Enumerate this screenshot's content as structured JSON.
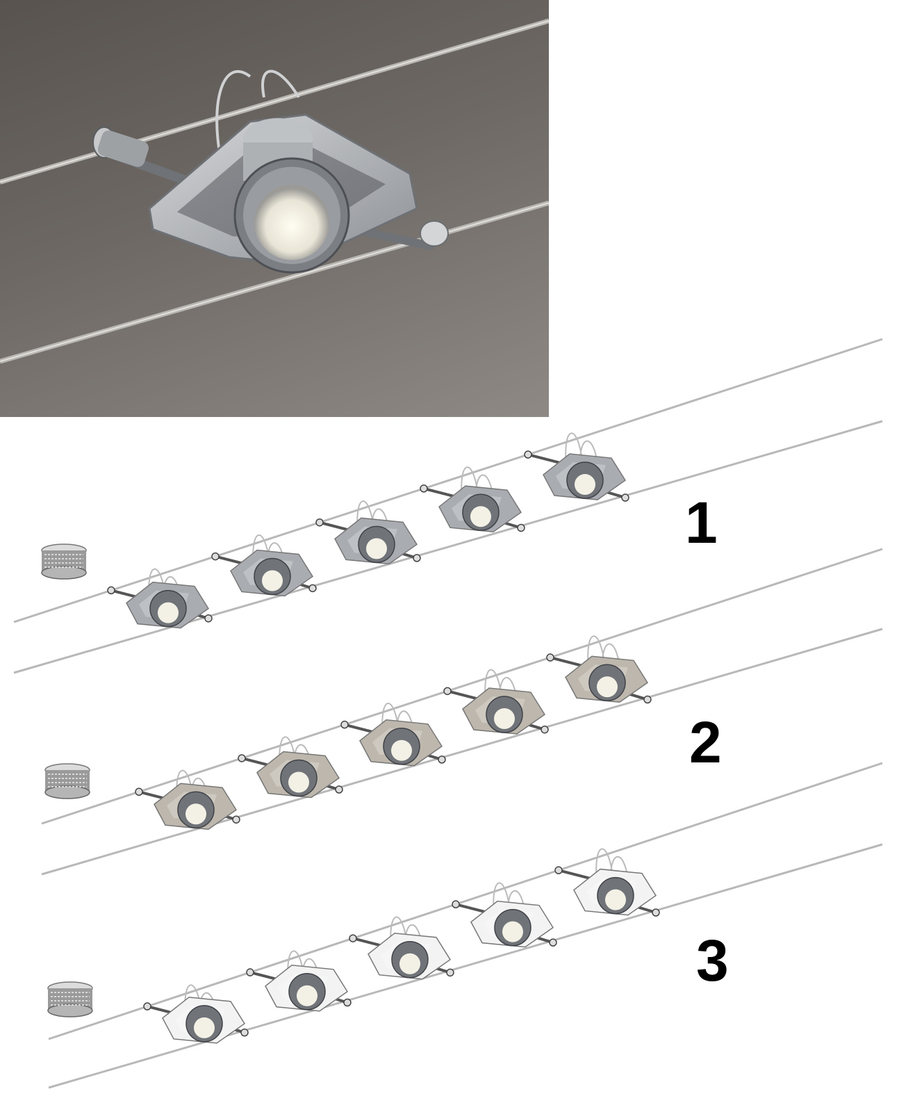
{
  "variants": [
    {
      "label": "1",
      "finish_color": "#a9acb0"
    },
    {
      "label": "2",
      "finish_color": "#bdb7ad"
    },
    {
      "label": "3",
      "finish_color": "#f3f3f3"
    }
  ],
  "hero_background": "#6d6864",
  "icons": [
    "transformer-cover-icon",
    "cable-spot-icon"
  ]
}
